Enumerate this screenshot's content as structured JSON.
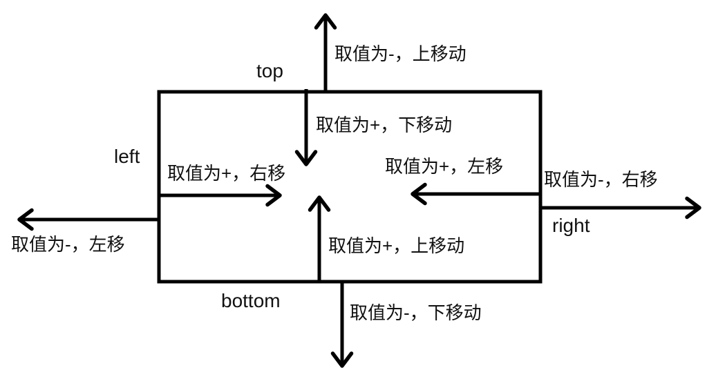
{
  "colors": {
    "line": "#000000",
    "text": "#111111",
    "background": "#ffffff"
  },
  "box_labels": {
    "top": "top",
    "left": "left",
    "right": "right",
    "bottom": "bottom"
  },
  "annotations": {
    "top_outside": "取值为-，上移动",
    "top_inside": "取值为+，下移动",
    "left_inside": "取值为+，右移",
    "left_outside": "取值为-，左移",
    "right_inside": "取值为+，左移",
    "right_outside": "取值为-，右移",
    "bottom_inside": "取值为+，上移动",
    "bottom_outside": "取值为-，下移动"
  },
  "arrows": [
    {
      "name": "top-outside-arrow",
      "direction": "up"
    },
    {
      "name": "top-inside-arrow",
      "direction": "down"
    },
    {
      "name": "left-inside-arrow",
      "direction": "right"
    },
    {
      "name": "left-outside-arrow",
      "direction": "left"
    },
    {
      "name": "right-inside-arrow",
      "direction": "left"
    },
    {
      "name": "right-outside-arrow",
      "direction": "right"
    },
    {
      "name": "bottom-inside-arrow",
      "direction": "up"
    },
    {
      "name": "bottom-outside-arrow",
      "direction": "down"
    }
  ]
}
